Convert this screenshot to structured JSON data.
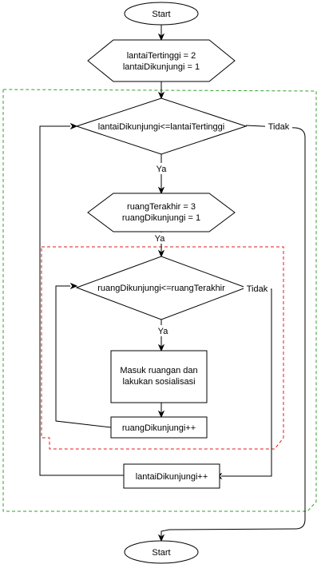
{
  "nodes": {
    "start": {
      "label": "Start"
    },
    "init_outer": {
      "lines": [
        "lantaiTertinggi = 2",
        "lantaiDikunjungi = 1"
      ]
    },
    "cond_outer": {
      "label": "lantaiDikunjungi<=lantaiTertinggi"
    },
    "init_inner": {
      "lines": [
        "ruangTerakhir = 3",
        "ruangDikunjungi = 1"
      ]
    },
    "cond_inner": {
      "label": "ruangDikunjungi<=ruangTerakhir"
    },
    "process": {
      "lines": [
        "Masuk ruangan dan",
        "lakukan sosialisasi"
      ]
    },
    "inc_inner": {
      "label": "ruangDikunjungi++"
    },
    "inc_outer": {
      "label": "lantaiDikunjungi++"
    },
    "end": {
      "label": "Start"
    }
  },
  "edge_labels": {
    "outer_yes": "Ya",
    "outer_no": "Tidak",
    "to_inner_yes": "Ya",
    "inner_yes": "Ya",
    "inner_no": "Tidak"
  },
  "colors": {
    "outer_loop_border": "#33a02c",
    "inner_loop_border": "#e31a1c"
  }
}
